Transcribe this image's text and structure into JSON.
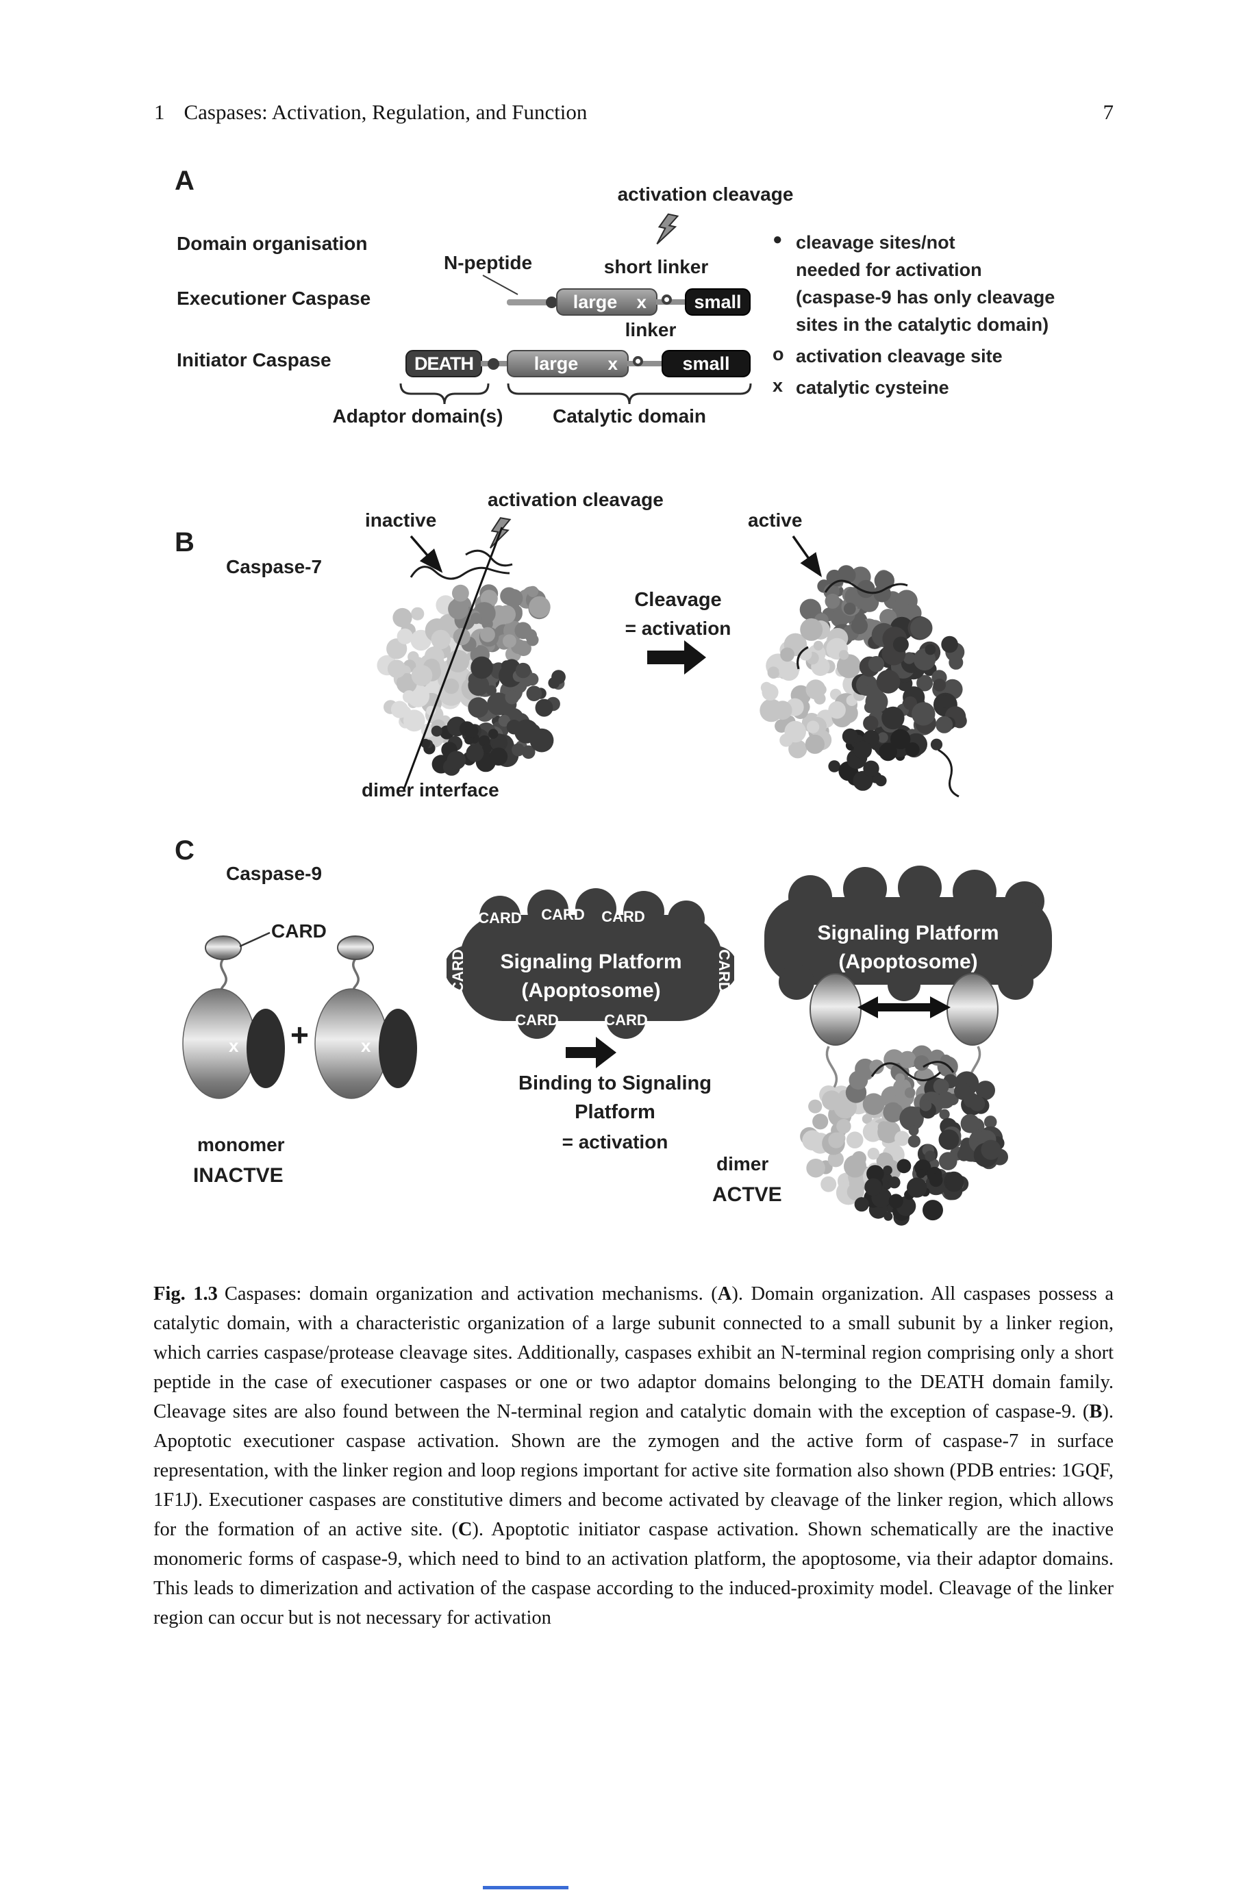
{
  "header": {
    "chapter_number": "1",
    "title": "Caspases: Activation, Regulation, and Function",
    "page_number": "7"
  },
  "figure": {
    "x_mark": "x",
    "panel_a": {
      "label": "A",
      "activation_cleavage": "activation cleavage",
      "domain_organisation": "Domain organisation",
      "n_peptide": "N-peptide",
      "short_linker": "short linker",
      "executioner_caspase": "Executioner Caspase",
      "initiator_caspase": "Initiator Caspase",
      "linker": "linker",
      "large": "large",
      "small": "small",
      "death": "DEATH",
      "adaptor_domains": "Adaptor domain(s)",
      "catalytic_domain": "Catalytic domain",
      "legend": [
        {
          "symbol": "●",
          "lines": [
            "cleavage sites/not",
            "needed for activation",
            "(caspase-9 has only cleavage",
            "sites in the catalytic domain)"
          ]
        },
        {
          "symbol": "o",
          "lines": [
            "activation cleavage site"
          ]
        },
        {
          "symbol": "x",
          "lines": [
            "catalytic cysteine"
          ]
        }
      ]
    },
    "panel_b": {
      "label": "B",
      "caspase": "Caspase-7",
      "inactive": "inactive",
      "activation_cleavage": "activation cleavage",
      "active": "active",
      "cleavage": "Cleavage",
      "equals_activation": "= activation",
      "dimer_interface": "dimer interface"
    },
    "panel_c": {
      "label": "C",
      "caspase": "Caspase-9",
      "card": "CARD",
      "plus": "+",
      "monomer": "monomer",
      "inactive": "INACTVE",
      "signaling_platform": "Signaling Platform",
      "apoptosome": "(Apoptosome)",
      "binding_line1": "Binding to Signaling",
      "binding_line2": "Platform",
      "equals_activation": "= activation",
      "dimer": "dimer",
      "active": "ACTVE"
    }
  },
  "caption": {
    "label": "Fig. 1.3",
    "segments": [
      {
        "t": "Caspases: domain organization and activation mechanisms. (",
        "b": false
      },
      {
        "t": "A",
        "b": true
      },
      {
        "t": "). Domain organization. All caspases possess a catalytic domain, with a characteristic organization of a large subunit connected to a small subunit by a linker region, which carries caspase/protease cleavage sites. Additionally, caspases exhibit an N-terminal region comprising only a short peptide in the case of executioner caspases or one or two adaptor domains belonging to the DEATH domain family. Cleavage sites are also found between the N-terminal region and catalytic domain with the exception of caspase-9. (",
        "b": false
      },
      {
        "t": "B",
        "b": true
      },
      {
        "t": "). Apoptotic executioner caspase activation. Shown are the zymogen and the active form of caspase-7 in surface representation, with the linker region and loop regions important for active site formation also shown (PDB entries: 1GQF, 1F1J). Executioner caspases are constitutive dimers and become activated by cleavage of the linker region, which allows for the formation of an active site. (",
        "b": false
      },
      {
        "t": "C",
        "b": true
      },
      {
        "t": "). Apoptotic initiator caspase activation. Shown schematically are the inactive monomeric forms of caspase-9, which need to bind to an activation platform, the apoptosome, via their adaptor domains. This leads to dimerization and activation of the caspase according to the induced-proximity model. Cleavage of the linker region can occur but is not necessary for activation",
        "b": false
      }
    ]
  }
}
